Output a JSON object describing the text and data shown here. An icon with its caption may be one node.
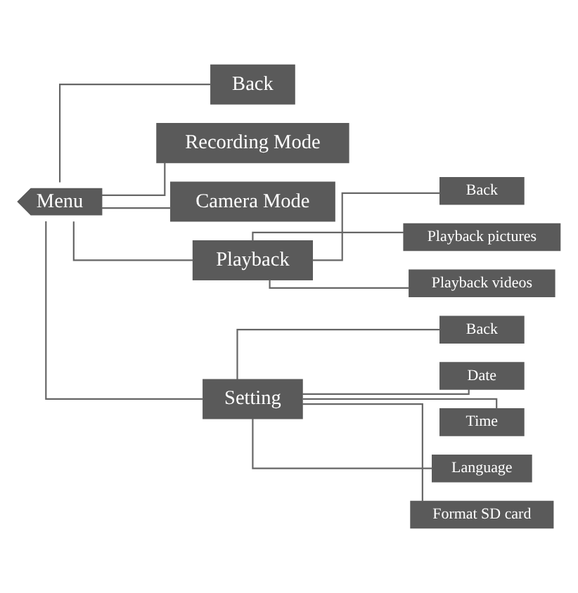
{
  "diagram": {
    "nodes": [
      {
        "text": [
          "Menu"
        ]
      },
      {
        "text": [
          "Back"
        ]
      },
      {
        "text": [
          "Recording Mode"
        ]
      },
      {
        "text": [
          "Camera Mode"
        ]
      },
      {
        "text": [
          "Playback"
        ]
      },
      {
        "text": [
          "Back"
        ]
      },
      {
        "text": [
          "Playback pictures"
        ]
      },
      {
        "text": [
          "Playback videos"
        ]
      },
      {
        "text": [
          "Setting"
        ]
      },
      {
        "text": [
          "Back"
        ]
      },
      {
        "text": [
          "Date"
        ]
      },
      {
        "text": [
          "Time"
        ]
      },
      {
        "text": [
          "Language"
        ]
      },
      {
        "text": [
          "Format SD card"
        ]
      }
    ],
    "edges": [
      {
        "from": 0,
        "to": 1,
        "arrow": "none"
      },
      {
        "from": 0,
        "to": 2,
        "arrow": "none"
      },
      {
        "from": 0,
        "to": 3,
        "arrow": "none"
      },
      {
        "from": 0,
        "to": 4,
        "arrow": "none"
      },
      {
        "from": 0,
        "to": 8,
        "arrow": "none"
      },
      {
        "from": 4,
        "to": 5,
        "arrow": "none"
      },
      {
        "from": 4,
        "to": 6,
        "arrow": "none"
      },
      {
        "from": 4,
        "to": 7,
        "arrow": "none"
      },
      {
        "from": 8,
        "to": 9,
        "arrow": "none"
      },
      {
        "from": 8,
        "to": 10,
        "arrow": "none"
      },
      {
        "from": 8,
        "to": 11,
        "arrow": "none"
      },
      {
        "from": 8,
        "to": 12,
        "arrow": "none"
      },
      {
        "from": 8,
        "to": 13,
        "arrow": "none"
      }
    ]
  }
}
